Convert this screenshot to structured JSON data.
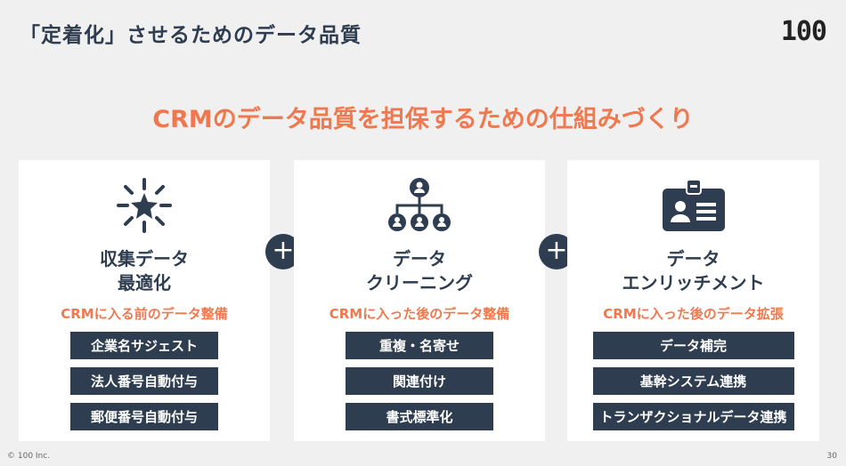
{
  "header": {
    "title": "「定着化」させるためのデータ品質",
    "logo": "100"
  },
  "headline": "CRMのデータ品質を担保するための仕組みづくり",
  "cards": [
    {
      "icon": "sparkle-star-icon",
      "title_lines": [
        "収集データ",
        "最適化"
      ],
      "subtitle": "CRMに入る前のデータ整備",
      "items": [
        "企業名サジェスト",
        "法人番号自動付与",
        "郵便番号自動付与"
      ]
    },
    {
      "icon": "org-chart-icon",
      "title_lines": [
        "データ",
        "クリーニング"
      ],
      "subtitle": "CRMに入った後のデータ整備",
      "items": [
        "重複・名寄せ",
        "関連付け",
        "書式標準化"
      ]
    },
    {
      "icon": "id-card-icon",
      "title_lines": [
        "データ",
        "エンリッチメント"
      ],
      "subtitle": "CRMに入った後のデータ拡張",
      "items": [
        "データ補完",
        "基幹システム連携",
        "トランザクショナルデータ連携"
      ]
    }
  ],
  "plus_symbol": "+",
  "footer": {
    "copyright": "© 100 Inc.",
    "page_number": "30"
  },
  "colors": {
    "navy": "#2e3d4f",
    "accent": "#f0784f",
    "background": "#f0f0f0"
  }
}
